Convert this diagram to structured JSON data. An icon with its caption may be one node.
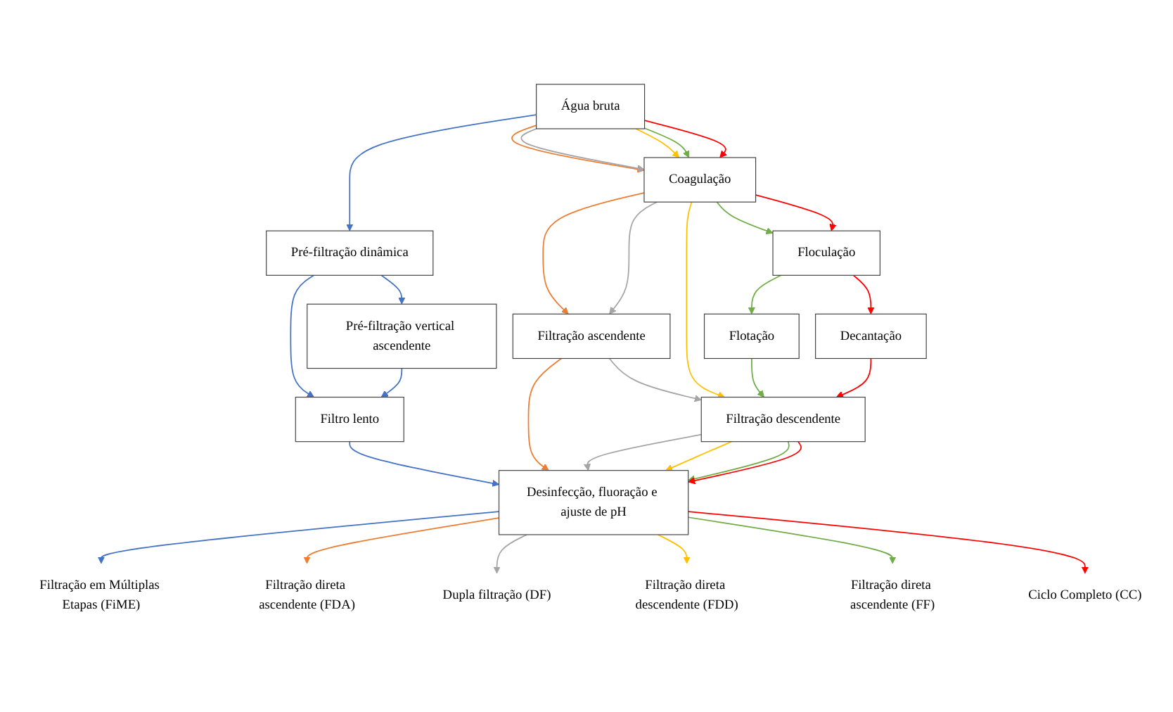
{
  "diagram": {
    "nodes": [
      {
        "text": [
          "Água bruta"
        ]
      },
      {
        "text": [
          "Pré-filtração dinâmica"
        ]
      },
      {
        "text": [
          "Coagulação"
        ]
      },
      {
        "text": [
          "Pré-filtração vertical ascendente"
        ]
      },
      {
        "text": [
          "Floculação"
        ]
      },
      {
        "text": [
          "Filtração ascendente"
        ]
      },
      {
        "text": [
          "Flotação"
        ]
      },
      {
        "text": [
          "Decantação"
        ]
      },
      {
        "text": [
          "Filtro lento"
        ]
      },
      {
        "text": [
          "Filtração descendente"
        ]
      },
      {
        "text": [
          "Desinfecção, fluoração e ajuste de pH"
        ]
      },
      {
        "text": [
          "Filtração em Múltiplas Etapas (FiME)"
        ]
      },
      {
        "text": [
          "Filtração direta ascendente (FDA)"
        ]
      },
      {
        "text": [
          "Dupla filtração (DF)"
        ]
      },
      {
        "text": [
          "Filtração direta descendente (FDD)"
        ]
      },
      {
        "text": [
          "Filtração direta ascendente (FF)"
        ]
      },
      {
        "text": [
          "Ciclo Completo (CC)"
        ]
      }
    ],
    "edges": [
      {
        "from": 0,
        "to": 1,
        "arrow": "to",
        "color": "#4472c4"
      },
      {
        "from": 0,
        "to": 2,
        "arrow": "to",
        "color": "#ed7d31"
      },
      {
        "from": 0,
        "to": 2,
        "arrow": "to",
        "color": "#a5a5a5"
      },
      {
        "from": 0,
        "to": 2,
        "arrow": "to",
        "color": "#ffc000"
      },
      {
        "from": 0,
        "to": 2,
        "arrow": "to",
        "color": "#70ad47"
      },
      {
        "from": 0,
        "to": 2,
        "arrow": "to",
        "color": "#ff0000"
      },
      {
        "from": 1,
        "to": 8,
        "arrow": "to",
        "color": "#4472c4"
      },
      {
        "from": 1,
        "to": 3,
        "arrow": "to",
        "color": "#4472c4"
      },
      {
        "from": 3,
        "to": 8,
        "arrow": "to",
        "color": "#4472c4"
      },
      {
        "from": 2,
        "to": 5,
        "arrow": "to",
        "color": "#ed7d31"
      },
      {
        "from": 2,
        "to": 5,
        "arrow": "to",
        "color": "#a5a5a5"
      },
      {
        "from": 2,
        "to": 9,
        "arrow": "to",
        "color": "#ffc000"
      },
      {
        "from": 2,
        "to": 4,
        "arrow": "to",
        "color": "#70ad47"
      },
      {
        "from": 2,
        "to": 4,
        "arrow": "to",
        "color": "#ff0000"
      },
      {
        "from": 4,
        "to": 6,
        "arrow": "to",
        "color": "#70ad47"
      },
      {
        "from": 4,
        "to": 7,
        "arrow": "to",
        "color": "#ff0000"
      },
      {
        "from": 5,
        "to": 10,
        "arrow": "to",
        "color": "#ed7d31"
      },
      {
        "from": 5,
        "to": 9,
        "arrow": "to",
        "color": "#a5a5a5"
      },
      {
        "from": 6,
        "to": 9,
        "arrow": "to",
        "color": "#70ad47"
      },
      {
        "from": 7,
        "to": 9,
        "arrow": "to",
        "color": "#ff0000"
      },
      {
        "from": 8,
        "to": 10,
        "arrow": "to",
        "color": "#4472c4"
      },
      {
        "from": 9,
        "to": 10,
        "arrow": "to",
        "color": "#a5a5a5"
      },
      {
        "from": 9,
        "to": 10,
        "arrow": "to",
        "color": "#ffc000"
      },
      {
        "from": 9,
        "to": 10,
        "arrow": "to",
        "color": "#70ad47"
      },
      {
        "from": 9,
        "to": 10,
        "arrow": "to",
        "color": "#ff0000"
      },
      {
        "from": 10,
        "to": 11,
        "arrow": "to",
        "color": "#4472c4"
      },
      {
        "from": 10,
        "to": 12,
        "arrow": "to",
        "color": "#ed7d31"
      },
      {
        "from": 10,
        "to": 13,
        "arrow": "to",
        "color": "#a5a5a5"
      },
      {
        "from": 10,
        "to": 14,
        "arrow": "to",
        "color": "#ffc000"
      },
      {
        "from": 10,
        "to": 15,
        "arrow": "to",
        "color": "#70ad47"
      },
      {
        "from": 10,
        "to": 16,
        "arrow": "to",
        "color": "#ff0000"
      }
    ]
  }
}
